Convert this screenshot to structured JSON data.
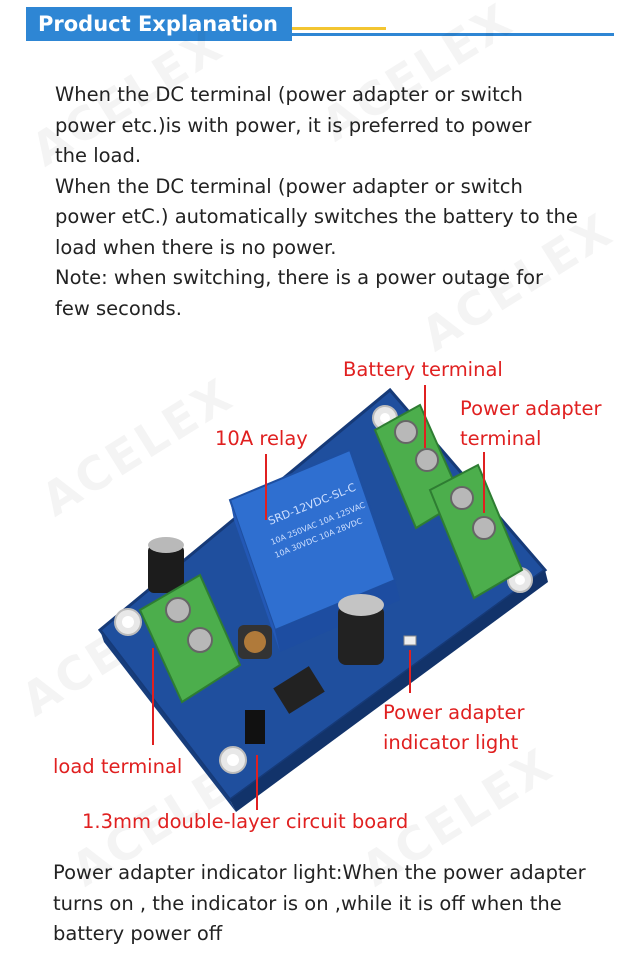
{
  "header": {
    "title": "Product Explanation"
  },
  "intro": [
    "When the DC terminal (power adapter or switch",
    "power etc.)is with power, it is preferred to power",
    "the load.",
    "When the DC terminal (power adapter or switch",
    "power etC.) automatically switches the battery to the",
    "load when there is no power.",
    "Note: when switching, there is a power outage for",
    "few seconds."
  ],
  "labels": {
    "battery": "Battery terminal",
    "adapter_l1": "Power adapter",
    "adapter_l2": "terminal",
    "relay": "10A relay",
    "indicator_l1": "Power adapter",
    "indicator_l2": "indicator light",
    "load": "load terminal",
    "board": "1.3mm double-layer circuit board"
  },
  "relay_text": [
    "SRD-12VDC-SL-C",
    "10A 250VAC  10A 125VAC",
    "10A 30VDC  10A 28VDC"
  ],
  "watermark": "ACELEX",
  "footer": [
    "Power adapter indicator light:When the power adapter",
    "turns on , the indicator is on ,while it is off  when the",
    "battery power off"
  ],
  "colors": {
    "accent": "#2e86d4",
    "label_red": "#e02020",
    "pcb_blue": "#1f4f9e",
    "terminal_green": "#4cae4c"
  }
}
